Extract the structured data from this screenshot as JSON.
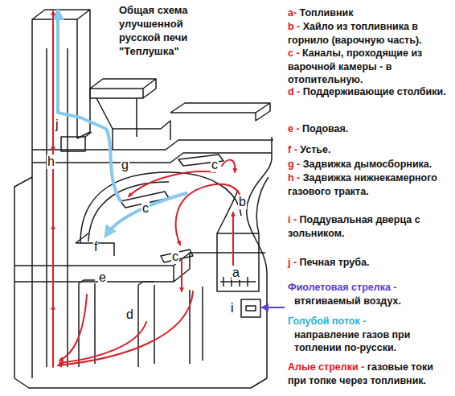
{
  "diagram": {
    "title": "Общая схема улучшенной русской печи \"Теплушка\"",
    "labels": [
      "a-",
      "Топливник",
      "b -",
      "Хайло из топливника в горнило (варочную часть).",
      "c -",
      "Каналы, проходящие из варочной камеры - в отопительную.",
      "d -",
      "Поддерживающие столбики.",
      "e -",
      "Подовая.",
      "f -",
      "Устье.",
      "g -",
      "Задвижка дымосборника.",
      "h -",
      "Задвижка нижнекамерного газового тракта.",
      "i -",
      "Поддувальная дверца с зольником.",
      "j -",
      "Печная труба.",
      "Фиолетовая стрелка -",
      "втягиваемый воздух.",
      "Голубой поток -",
      "направление газов при топлении по-русски.",
      "Алые стрелки -",
      "газовые токи при топке через топливник.",
      "j",
      "h",
      "g",
      "c",
      "c",
      "b",
      "f",
      "e",
      "c",
      "a",
      "d",
      "i"
    ]
  }
}
